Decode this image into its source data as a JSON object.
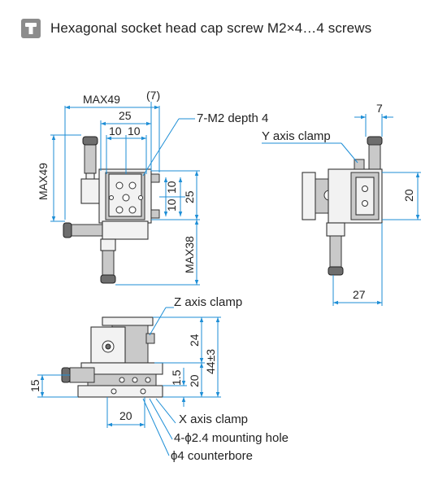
{
  "header": {
    "icon": "hex-screw-icon",
    "text": "Hexagonal socket head cap screw M2×4…4 screws"
  },
  "top_view": {
    "dim_max_width": "MAX49",
    "dim_offset": "(7)",
    "dim_25_horizontal": "25",
    "dim_10_left": "10",
    "dim_10_right": "10",
    "dim_max_height": "MAX49",
    "dim_25_vertical": "25",
    "dim_10_vertical_a": "10",
    "dim_10_vertical_b": "10",
    "dim_max38": "MAX38",
    "label_tapped_holes": "7-M2 depth 4"
  },
  "side_view": {
    "dim_7": "7",
    "dim_20": "20",
    "dim_27": "27",
    "label_y_clamp": "Y axis clamp"
  },
  "front_view": {
    "label_z_clamp": "Z axis clamp",
    "label_x_clamp": "X axis clamp",
    "label_mounting_hole": "4-ϕ2.4 mounting hole",
    "label_counterbore": "ϕ4 counterbore",
    "dim_24": "24",
    "dim_44": "44±3",
    "dim_1_5": "1.5",
    "dim_20_vertical": "20",
    "dim_15": "15",
    "dim_20_horizontal": "20"
  },
  "colors": {
    "dimension_line": "#1d8ed6",
    "part_outline": "#333333",
    "header_icon_bg": "#8c8c8c"
  }
}
